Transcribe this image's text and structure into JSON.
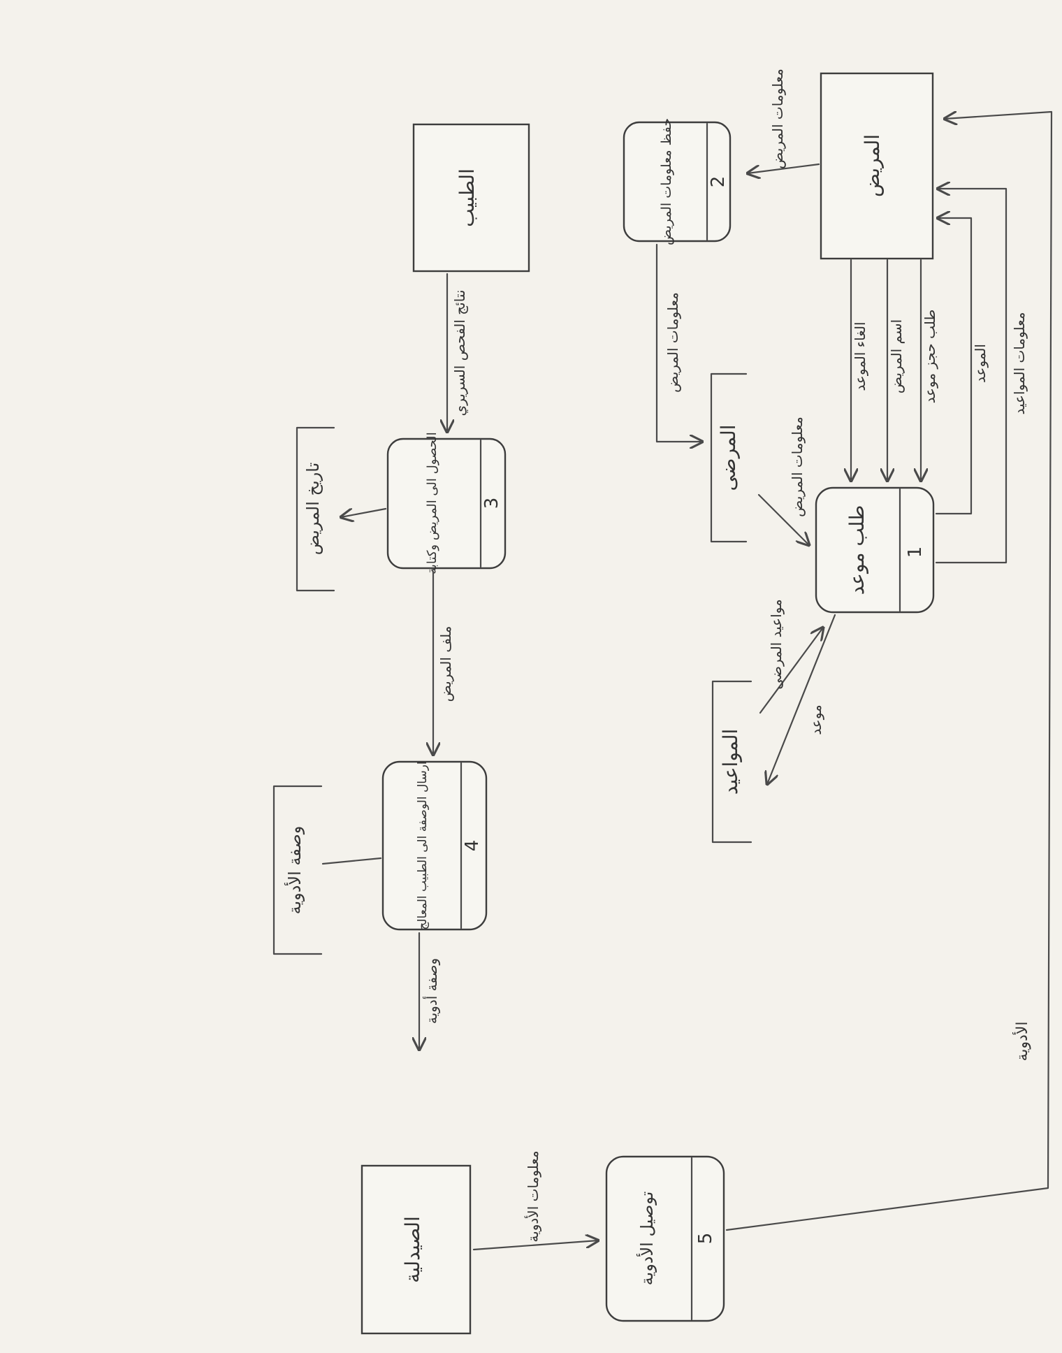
{
  "external_entities": {
    "patient": "المريض",
    "doctor": "الطبيب",
    "pharmacy": "الصيدلية"
  },
  "processes": {
    "p1": {
      "number": "1",
      "name": "طلب موعد"
    },
    "p2": {
      "number": "2",
      "name": "حفظ معلومات المريض"
    },
    "p3": {
      "number": "3",
      "name": "الحصول الى المريض وكتابة"
    },
    "p4": {
      "number": "4",
      "name": "ارسال الوصفة الى الطبيب المعالج"
    },
    "p5": {
      "number": "5",
      "name": "توصيل الأدوية"
    }
  },
  "data_stores": {
    "patients": "المرضى",
    "appointments": "المواعيد",
    "history": "تاريخ المريض",
    "prescription": "وصفة الأدوية"
  },
  "flows": {
    "patient_info_top": "معلومات المريض",
    "patient_info_store": "معلومات المريض",
    "request_appointment": "طلب حجز موعد",
    "patient_name": "اسم المريض",
    "cancel_appointment": "الغاء الموعد",
    "appointment_confirm": "الموعد",
    "appointment_info": "معلومات المواعيد",
    "patient_info_p1": "معلومات المريض",
    "appointment_out": "موعد",
    "appointment_details": "مواعيد المرضى",
    "check_results": "نتائج الفحص السريري",
    "patient_file": "ملف المريض",
    "prescription_flow": "وصفة أدوية",
    "medicine_info": "معلومات الأدوية",
    "medicine_delivery": "الأدوية"
  }
}
